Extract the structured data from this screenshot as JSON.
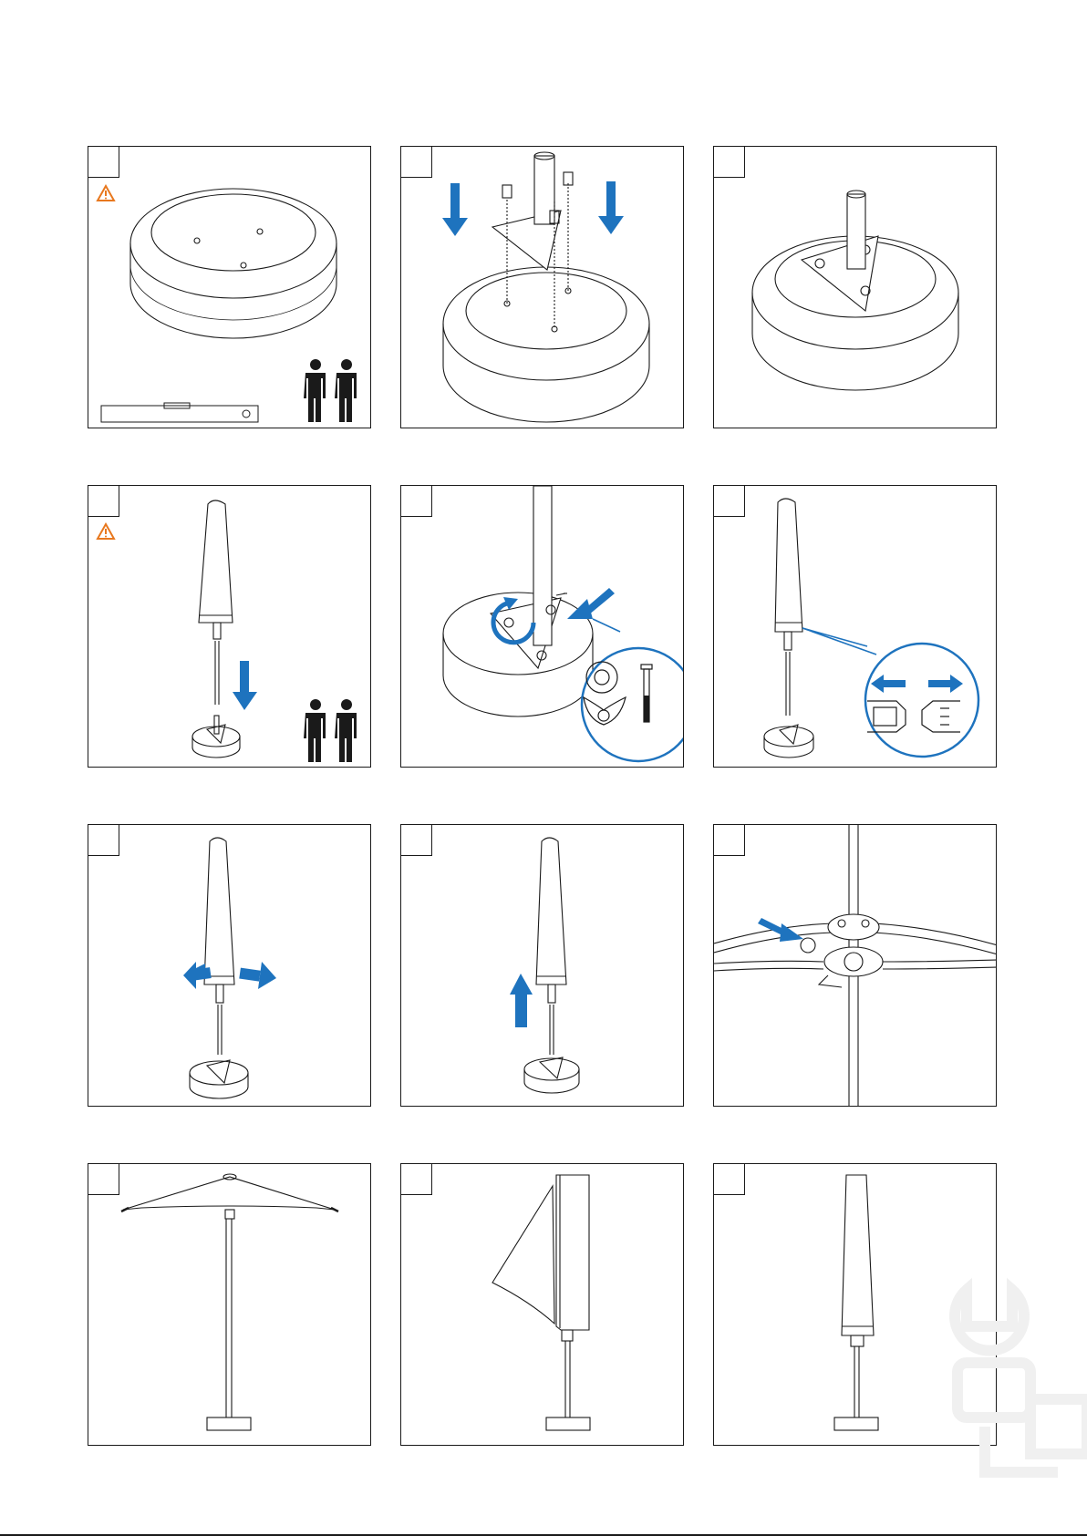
{
  "colors": {
    "line": "#1a1a1a",
    "accent": "#1e73be",
    "warning": "#e8781e"
  },
  "panels": [
    {
      "row": 1,
      "col": 1,
      "icons": [
        "warning-icon",
        "two-persons-icon",
        "spirit-level-icon"
      ]
    },
    {
      "row": 1,
      "col": 2,
      "icons": [
        "arrow-down-icon",
        "arrow-down-icon"
      ]
    },
    {
      "row": 1,
      "col": 3,
      "icons": []
    },
    {
      "row": 2,
      "col": 1,
      "icons": [
        "warning-icon",
        "arrow-down-icon",
        "two-persons-icon"
      ]
    },
    {
      "row": 2,
      "col": 2,
      "icons": [
        "rotate-arrow-icon",
        "arrow-icon",
        "washer-icon",
        "wing-nut-icon",
        "bolt-icon"
      ]
    },
    {
      "row": 2,
      "col": 3,
      "icons": [
        "arrow-left-icon",
        "arrow-right-icon",
        "buckle-icon"
      ]
    },
    {
      "row": 3,
      "col": 1,
      "icons": [
        "arrow-left-icon",
        "arrow-right-icon"
      ]
    },
    {
      "row": 3,
      "col": 2,
      "icons": [
        "arrow-up-icon"
      ]
    },
    {
      "row": 3,
      "col": 3,
      "icons": [
        "arrow-icon"
      ]
    },
    {
      "row": 4,
      "col": 1,
      "icons": []
    },
    {
      "row": 4,
      "col": 2,
      "icons": []
    },
    {
      "row": 4,
      "col": 3,
      "icons": [
        "wrench-watermark-icon"
      ]
    }
  ]
}
